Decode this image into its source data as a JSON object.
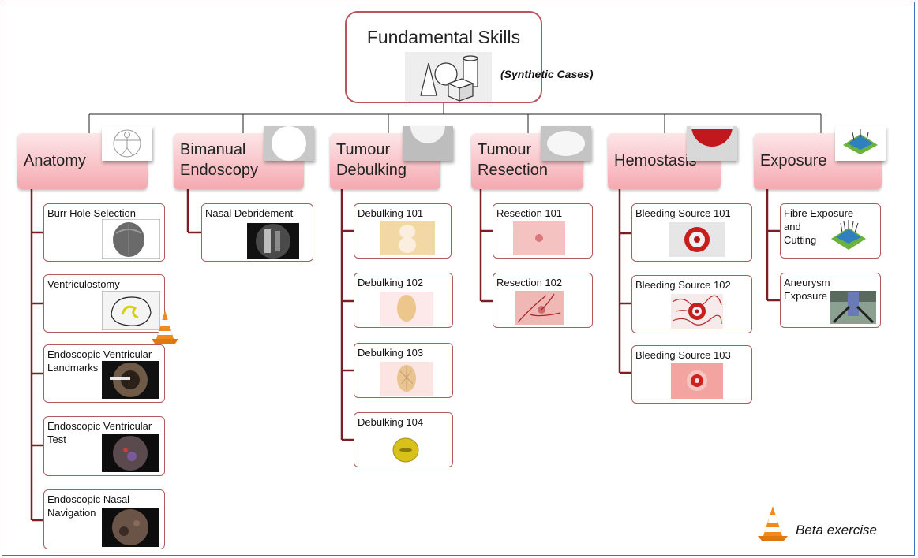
{
  "root": {
    "title": "Fundamental Skills",
    "subtitle": "(Synthetic Cases)",
    "icon": "geometric-shapes-icon"
  },
  "categories": [
    {
      "label": "Anatomy",
      "icon": "vitruvian-man-icon",
      "exercises": [
        {
          "label": "Burr Hole Selection",
          "thumb": "skull-icon"
        },
        {
          "label": "Ventriculostomy",
          "thumb": "brain-sketch-icon",
          "beta": true
        },
        {
          "label": "Endoscopic Ventricular\nLandmarks",
          "thumb": "endoscope-view-icon"
        },
        {
          "label": "Endoscopic Ventricular\nTest",
          "thumb": "endoscope-view-icon"
        },
        {
          "label": "Endoscopic Nasal\nNavigation",
          "thumb": "endoscope-view-icon"
        }
      ]
    },
    {
      "label": "Bimanual\nEndoscopy",
      "icon": "white-disc-icon",
      "exercises": [
        {
          "label": "Nasal Debridement",
          "thumb": "nasal-endoscopy-icon"
        }
      ]
    },
    {
      "label": "Tumour\nDebulking",
      "icon": "hemisphere-icon",
      "exercises": [
        {
          "label": "Debulking 101",
          "thumb": "tumour-tan-icon"
        },
        {
          "label": "Debulking 102",
          "thumb": "tumour-oval-icon"
        },
        {
          "label": "Debulking 103",
          "thumb": "tumour-textured-icon"
        },
        {
          "label": "Debulking 104",
          "thumb": "tumour-yellow-icon"
        }
      ]
    },
    {
      "label": "Tumour\nResection",
      "icon": "white-ellipse-icon",
      "exercises": [
        {
          "label": "Resection 101",
          "thumb": "tissue-pink-icon"
        },
        {
          "label": "Resection 102",
          "thumb": "tissue-vessels-icon"
        }
      ]
    },
    {
      "label": "Hemostasis",
      "icon": "red-bowl-icon",
      "exercises": [
        {
          "label": "Bleeding Source 101",
          "thumb": "bleeding-target-icon"
        },
        {
          "label": "Bleeding Source 102",
          "thumb": "bleeding-vessels-icon"
        },
        {
          "label": "Bleeding Source 103",
          "thumb": "bleeding-pink-icon"
        }
      ]
    },
    {
      "label": "Exposure",
      "icon": "fibre-surface-icon",
      "exercises": [
        {
          "label": "Fibre Exposure\nand\nCutting",
          "thumb": "fibre-surface-icon"
        },
        {
          "label": "Aneurysm\nExposure",
          "thumb": "aneurysm-icon"
        }
      ]
    }
  ],
  "legend": {
    "label": "Beta exercise",
    "icon": "traffic-cone-icon"
  },
  "colors": {
    "line": "#222222",
    "branch": "#7a1f24",
    "border": "#b05a5a",
    "frame": "#3e73b8",
    "category_fill_top": "#fde6e8",
    "category_fill_bottom": "#f4a9b0"
  }
}
